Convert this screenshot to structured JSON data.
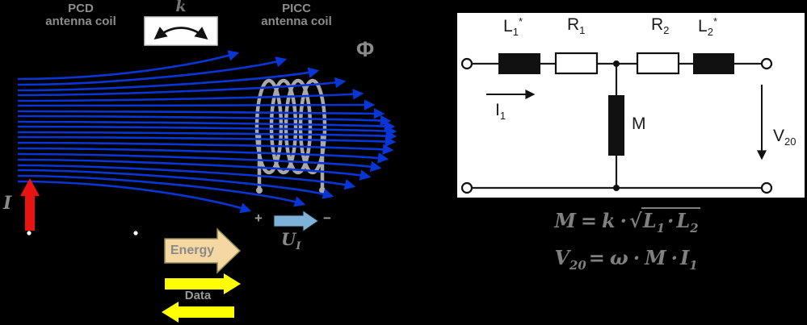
{
  "colors": {
    "background": "#000000",
    "field_line": "#0a35d6",
    "coil_gray": "#a9a9a9",
    "label_gray": "#8c8c8c",
    "red_arrow": "#e81313",
    "induced_arrow_blue": "#7fb2d9",
    "energy_fill": "#f5d7a2",
    "energy_border": "#8f8d55",
    "data_yellow": "#ffff00",
    "panel_bg": "#ffffff",
    "circuit_ink": "#1a1a1a"
  },
  "left_diagram": {
    "pcd_label": [
      "PCD",
      "antenna coil"
    ],
    "coupling_label": "k",
    "picc_label": [
      "PICC",
      "antenna coil"
    ],
    "flux_label": "Φ",
    "current_label": "I",
    "plus_sign": "+",
    "minus_sign": "−",
    "induced_voltage": {
      "base": "U",
      "sub": "I"
    },
    "energy_label": "Energy",
    "data_label": "Data"
  },
  "circuit": {
    "l1": {
      "base": "L",
      "sub": "1",
      "sup": "*"
    },
    "r1": {
      "base": "R",
      "sub": "1"
    },
    "r2": {
      "base": "R",
      "sub": "2"
    },
    "l2": {
      "base": "L",
      "sub": "2",
      "sup": "*"
    },
    "m_label": "M",
    "i1": {
      "base": "I",
      "sub": "1"
    },
    "v20": {
      "base": "V",
      "sub": "20"
    }
  },
  "formulas": {
    "mutual_inductance": {
      "lhs": "M",
      "equals": "=",
      "k": "k",
      "dot1": "·",
      "radical": "√",
      "under_root": {
        "l1_base": "L",
        "l1_sub": "1",
        "dot": "·",
        "l2_base": "L",
        "l2_sub": "2"
      }
    },
    "induced_voltage": {
      "v_base": "V",
      "v_sub": "20",
      "equals": "=",
      "omega": "ω",
      "dot1": "·",
      "m": "M",
      "dot2": "·",
      "i_base": "I",
      "i_sub": "1"
    }
  }
}
